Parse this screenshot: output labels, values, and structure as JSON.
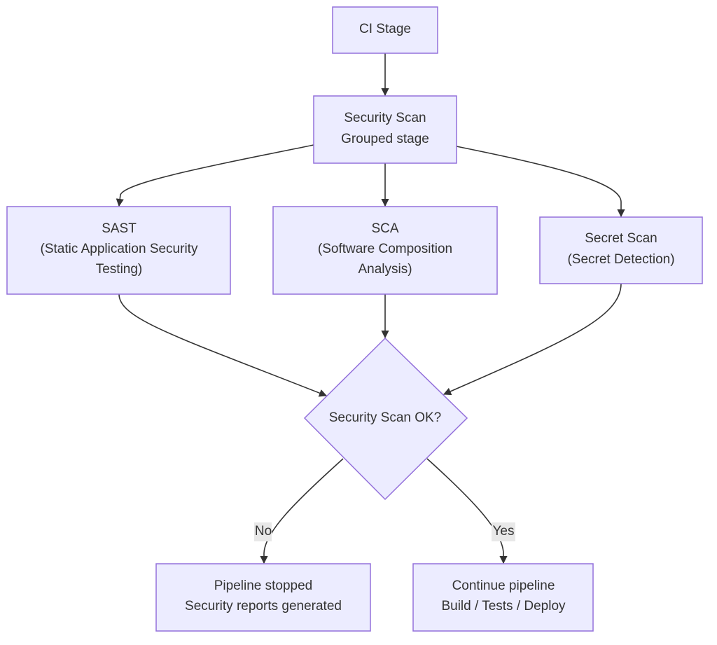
{
  "nodes": {
    "ci_stage": {
      "lines": [
        "CI Stage"
      ]
    },
    "security_scan": {
      "lines": [
        "Security Scan",
        "Grouped stage"
      ]
    },
    "sast": {
      "lines": [
        "SAST",
        "(Static Application Security",
        "Testing)"
      ]
    },
    "sca": {
      "lines": [
        "SCA",
        "(Software Composition",
        "Analysis)"
      ]
    },
    "secret_scan": {
      "lines": [
        "Secret Scan",
        "(Secret Detection)"
      ]
    },
    "decision": {
      "lines": [
        "Security Scan OK?"
      ]
    },
    "stopped": {
      "lines": [
        "Pipeline stopped",
        "Security reports generated"
      ]
    },
    "continue": {
      "lines": [
        "Continue pipeline",
        "Build / Tests / Deploy"
      ]
    }
  },
  "edges": {
    "no_label": "No",
    "yes_label": "Yes"
  },
  "colors": {
    "node_fill": "#ececff",
    "node_stroke": "#9370db",
    "line": "#333333",
    "label_bg": "#e8e8e8"
  }
}
